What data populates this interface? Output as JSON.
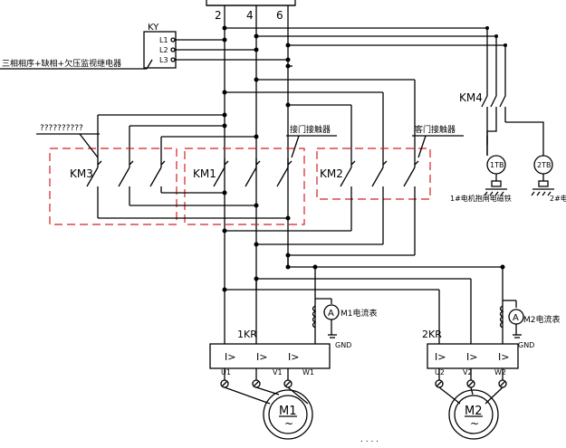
{
  "terminals": {
    "t2": "2",
    "t4": "4",
    "t6": "6"
  },
  "relay": {
    "ref": "KY",
    "pins": [
      "L1",
      "L2",
      "L3"
    ],
    "description": "三相相序+缺相+欠压监视继电器"
  },
  "contactors": {
    "km3": "KM3",
    "km1": "KM1",
    "km2": "KM2",
    "km4": "KM4",
    "km3_note": "??????????",
    "km1_note": "接门接触器",
    "km2_note": "客门接触器"
  },
  "brakes": {
    "b1": "1TB",
    "b2": "2TB",
    "b1_label": "1#电机抱闸电磁铁",
    "b2_label": "2#电"
  },
  "meters": {
    "m1": "M1电流表",
    "m2": "M2电流表",
    "meter_symbol": "A"
  },
  "ground": "GND",
  "overloads": {
    "kr1": "1KR",
    "kr2": "2KR",
    "element": "I>"
  },
  "motor1": {
    "name": "M1",
    "u": "U1",
    "v": "V1",
    "w": "W1"
  },
  "motor2": {
    "name": "M2",
    "u": "U2",
    "v": "V2",
    "w": "W2"
  },
  "motor_symbol": "~",
  "bottom_marks": ". . . .",
  "colors": {
    "wire": "#000000",
    "frame": "#d42020",
    "background": "#ffffff"
  }
}
